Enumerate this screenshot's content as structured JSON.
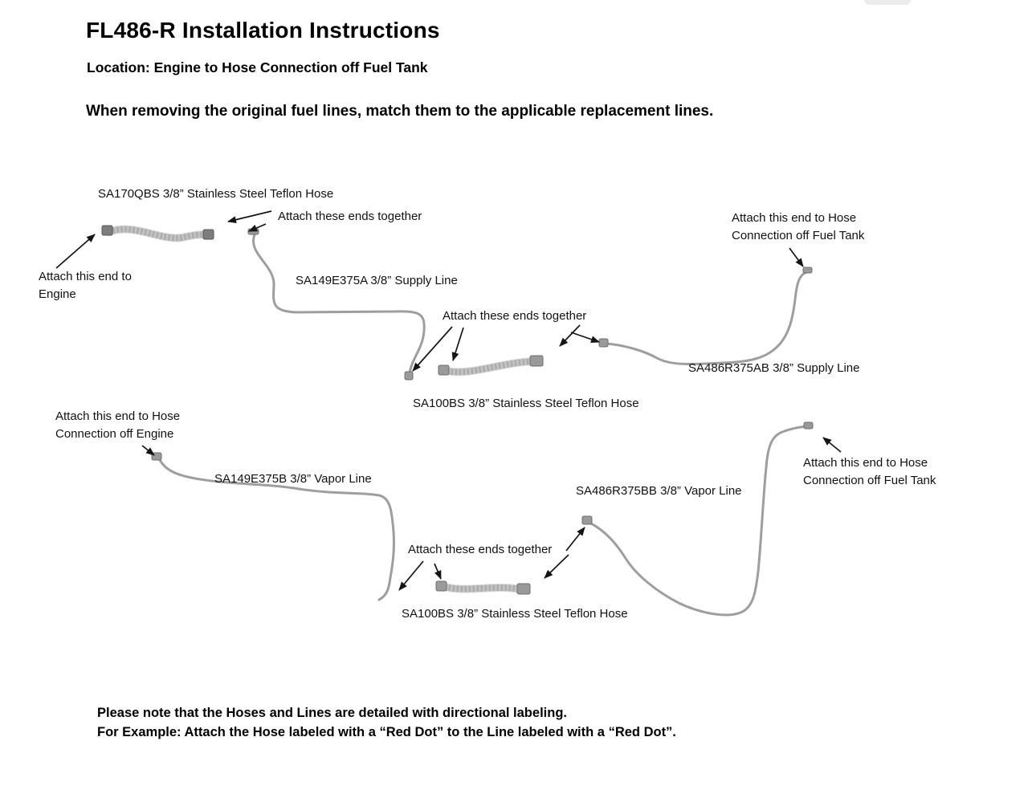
{
  "header": {
    "title": "FL486-R Installation Instructions",
    "location": "Location: Engine to Hose Connection off Fuel Tank",
    "instruction": "When removing the original fuel lines, match them to the applicable replacement lines."
  },
  "diagram": {
    "labels": {
      "sa170qbs": "SA170QBS 3/8” Stainless Steel Teflon Hose",
      "attach_ends_top": "Attach these ends together",
      "attach_tank_top": "Attach this end to Hose Connection off Fuel Tank",
      "attach_engine": "Attach this end to Engine",
      "sa149e375a": "SA149E375A 3/8” Supply Line",
      "attach_ends_mid": "Attach these ends together",
      "sa486r375ab": "SA486R375AB 3/8” Supply Line",
      "sa100bs_top": "SA100BS 3/8” Stainless Steel Teflon Hose",
      "attach_hose_engine": "Attach this end to Hose Connection off Engine",
      "sa149e375b": "SA149E375B 3/8” Vapor Line",
      "sa486r375bb": "SA486R375BB 3/8” Vapor Line",
      "attach_tank_bottom": "Attach this end to Hose Connection off Fuel Tank",
      "attach_ends_bottom": "Attach these ends together",
      "sa100bs_bottom": "SA100BS 3/8” Stainless Steel Teflon Hose"
    },
    "colors": {
      "line_gray": "#9e9e9e",
      "hose_gray": "#c2c2c2",
      "arrow_black": "#151515"
    }
  },
  "footer": {
    "note1": "Please note that the Hoses and Lines are detailed with directional labeling.",
    "note2": "For Example: Attach the Hose labeled with a “Red Dot” to the Line labeled with a “Red Dot”."
  }
}
